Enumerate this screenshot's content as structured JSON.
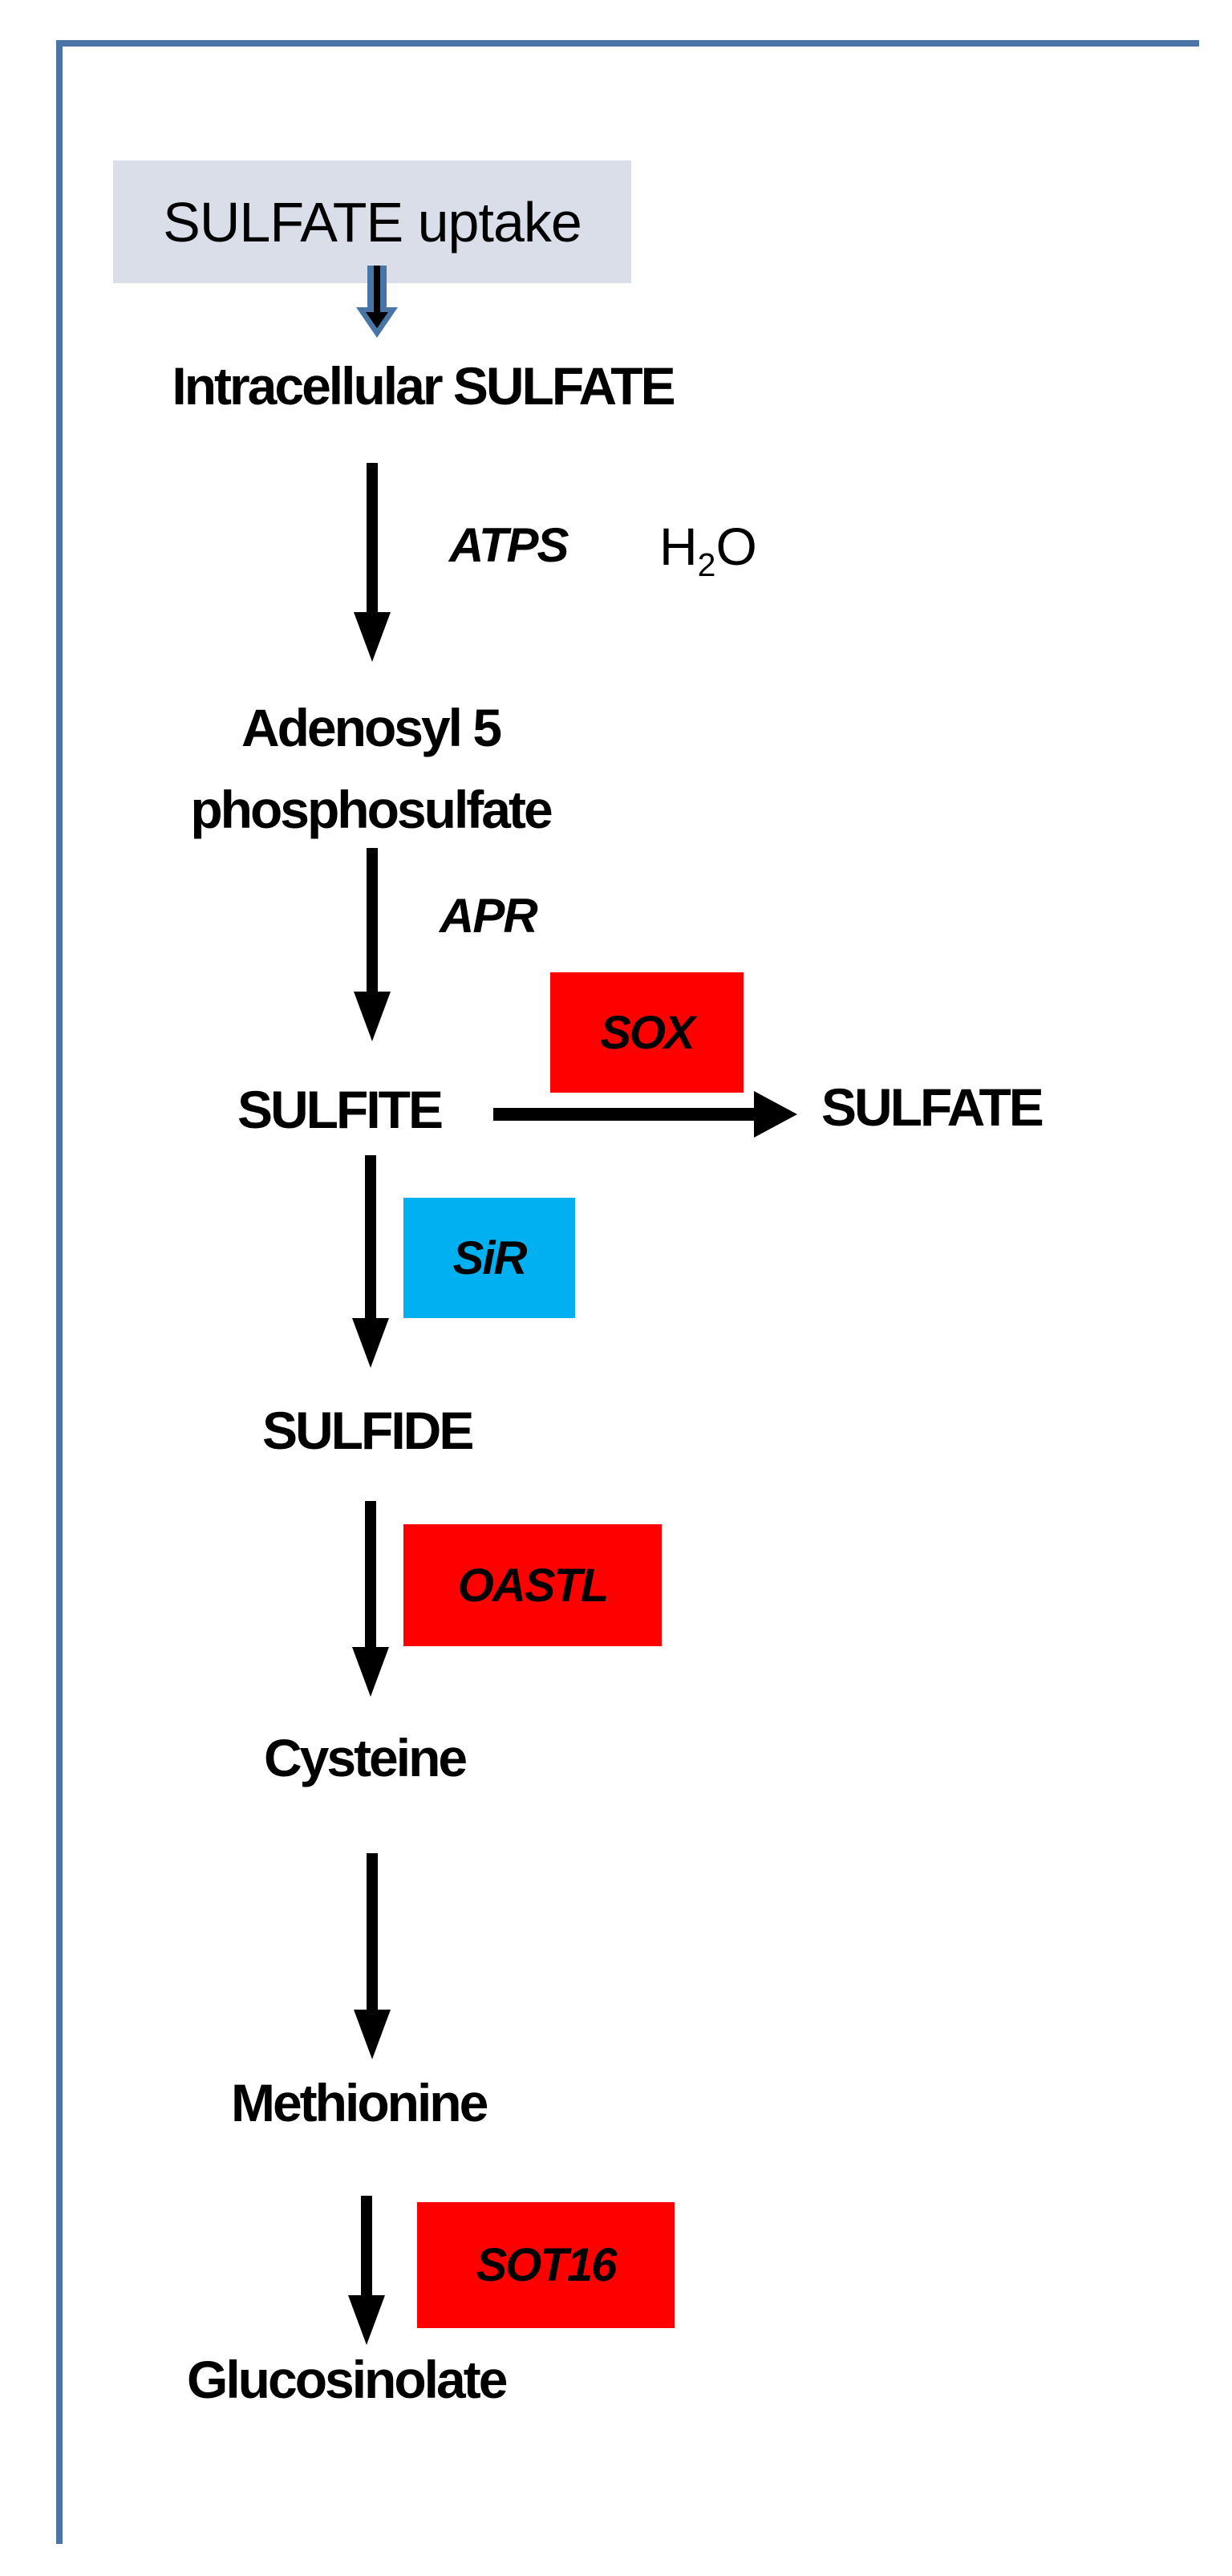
{
  "colors": {
    "frame_blue": "#4974a6",
    "arrow_blue": "#4974a6",
    "uptake_bg": "#d9dee9",
    "enzyme_red": "#ff0000",
    "enzyme_cyan": "#00b0f0",
    "text_black": "#000000"
  },
  "nodes": {
    "uptake": "SULFATE uptake",
    "intracellular_sulfate": "Intracellular SULFATE",
    "aps_line1": "Adenosyl 5",
    "aps_line2": "phosphosulfate",
    "sulfite": "SULFITE",
    "sulfate": "SULFATE",
    "sulfide": "SULFIDE",
    "cysteine": "Cysteine",
    "methionine": "Methionine",
    "glucosinolate": "Glucosinolate"
  },
  "enzymes": {
    "atps": "ATPS",
    "apr": "APR",
    "sox": "SOX",
    "sir": "SiR",
    "oastl": "OASTL",
    "sot16": "SOT16"
  },
  "molecules": {
    "h2o_base": "H",
    "h2o_sub": "2",
    "h2o_tail": "O"
  }
}
